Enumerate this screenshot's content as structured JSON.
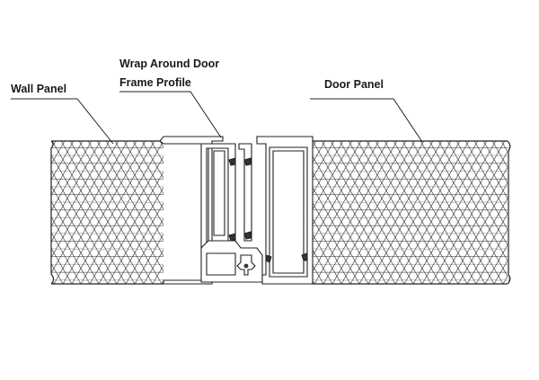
{
  "labels": {
    "wall_panel": "Wall Panel",
    "profile_line1": "Wrap Around Door",
    "profile_line2": "Frame Profile",
    "door_panel": "Door Panel"
  },
  "colors": {
    "line": "#222222",
    "background": "#ffffff"
  }
}
